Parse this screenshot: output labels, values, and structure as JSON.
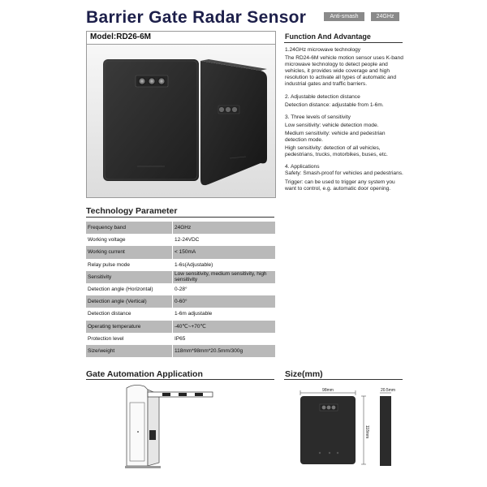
{
  "header": {
    "title": "Barrier Gate Radar Sensor",
    "badges": [
      "Anti-smash",
      "24GHz"
    ]
  },
  "product": {
    "model": "Model:RD26-6M"
  },
  "tech_parameter": {
    "title": "Technology Parameter",
    "rows": [
      {
        "key": "Frequency band",
        "value": "24GHz"
      },
      {
        "key": "Working voltage",
        "value": "12-24VDC"
      },
      {
        "key": "Working current",
        "value": "< 150mA"
      },
      {
        "key": "Relay pulse mode",
        "value": "1-6s(Adjustable)"
      },
      {
        "key": "Sensitivity",
        "value": "Low sensitivity, medium sensitivity, high sensitivity"
      },
      {
        "key": "Detection angle (Horizontal)",
        "value": "0-28°"
      },
      {
        "key": "Detection angle (Vertical)",
        "value": "0-60°"
      },
      {
        "key": "Detection distance",
        "value": "1-6m adjustable"
      },
      {
        "key": "Operating temperature",
        "value": "-40℃~+70℃"
      },
      {
        "key": "Protection level",
        "value": "IP65"
      },
      {
        "key": "Size/weight",
        "value": "118mm*98mm*20.5mm/300g"
      }
    ]
  },
  "function": {
    "title": "Function And Advantage",
    "items": [
      {
        "heading": "1.24GHz microwave technology",
        "lines": [
          "The RD24-6M vehicle motion sensor uses K-band microwave technology to detect people and vehicles, it provides wide coverage and high resolution to activate all types of automatic and industrial gates and traffic barriers."
        ]
      },
      {
        "heading": "2. Adjustable detection distance",
        "lines": [
          "Detection distance: adjustable from 1-6m."
        ]
      },
      {
        "heading": "3. Three levels of sensitivity",
        "lines": [
          "Low sensitivity: vehicle detection mode.",
          "Medium sensitivity: vehicle and pedestrian detection mode.",
          "High sensitivity: detection of all vehicles, pedestrians, trucks, motorbikes, buses, etc."
        ]
      },
      {
        "heading": "4. Applications",
        "lines": [
          "Safety: Smash-proof for vehicles and pedestrians.",
          "Trigger: can be used to trigger any system you want to control, e.g. automatic door opening."
        ]
      }
    ]
  },
  "gate": {
    "title": "Gate Automation Application"
  },
  "size": {
    "title": "Size(mm)",
    "width_label": "98mm",
    "height_label": "118mm",
    "depth_label": "20.5mm"
  },
  "colors": {
    "title": "#1d1f4a",
    "badge": "#8a8a8a",
    "table_shade": "#b9b9b9",
    "device": "#2b2b2b"
  }
}
